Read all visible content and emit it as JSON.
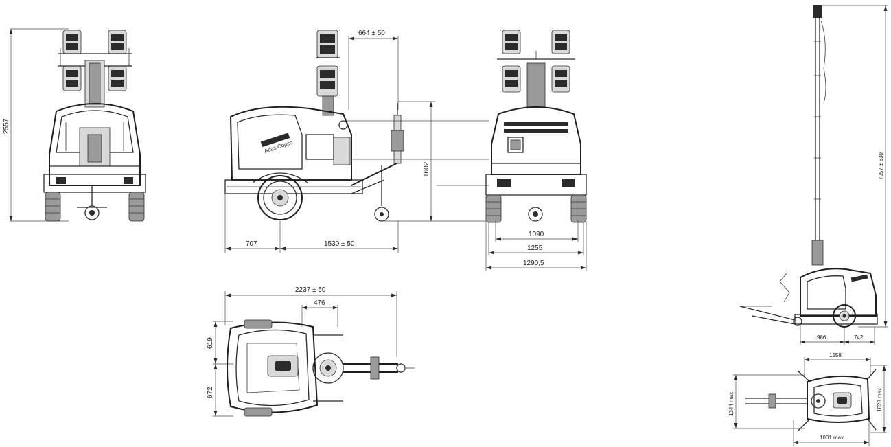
{
  "dimensions": {
    "front_height": "2557",
    "side_tongue_offset": "664 ± 50",
    "side_height": "1602",
    "side_rear_overhang": "707",
    "side_axle_to_jack": "1530 ± 50",
    "rear_track_inner": "1090",
    "rear_track_mid": "1255",
    "rear_track_outer": "1290,5",
    "top_length": "2237 ± 50",
    "top_tongue_width": "476",
    "top_half_upper": "619",
    "top_half_lower": "672",
    "mast_height": "7957 ± 630",
    "mast_side_front": "986",
    "mast_side_rear": "742",
    "mast_top_span": "1558",
    "mast_top_width": "1344 max",
    "mast_top_height": "1628 max",
    "mast_top_length": "1001 max"
  }
}
